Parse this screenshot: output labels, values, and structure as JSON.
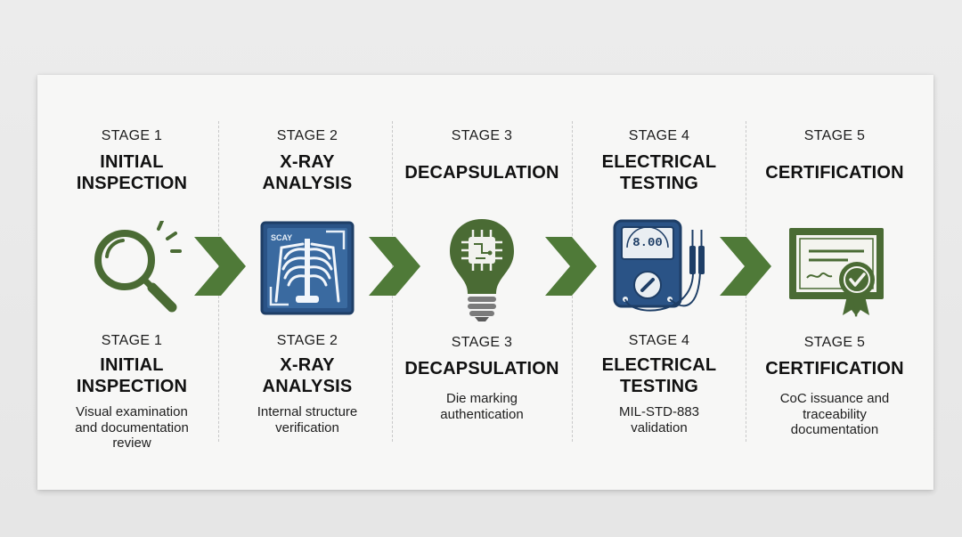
{
  "stages": [
    {
      "label": "STAGE 1",
      "title": "INITIAL\nINSPECTION",
      "icon": "magnifier-icon",
      "bottom_label": "STAGE 1",
      "bottom_title": "INITIAL\nINSPECTION",
      "description": "Visual examination\nand documentation\nreview"
    },
    {
      "label": "STAGE 2",
      "title": "X-RAY\nANALYSIS",
      "icon": "xray-icon",
      "icon_text": "SCAY",
      "bottom_label": "STAGE 2",
      "bottom_title": "X-RAY\nANALYSIS",
      "description": "Internal structure\nverification"
    },
    {
      "label": "STAGE 3",
      "title": "DECAPSULATION",
      "icon": "chip-bulb-icon",
      "bottom_label": "STAGE 3",
      "bottom_title": "DECAPSULATION",
      "description": "Die marking\nauthentication"
    },
    {
      "label": "STAGE 4",
      "title": "ELECTRICAL\nTESTING",
      "icon": "multimeter-icon",
      "icon_text": "8.00",
      "bottom_label": "STAGE 4",
      "bottom_title": "ELECTRICAL\nTESTING",
      "description": "MIL-STD-883\nvalidation"
    },
    {
      "label": "STAGE 5",
      "title": "CERTIFICATION",
      "icon": "certificate-icon",
      "bottom_label": "STAGE 5",
      "bottom_title": "CERTIFICATION",
      "description": "CoC issuance and\ntraceability\ndocumentation"
    }
  ],
  "colors": {
    "green": "#4a6b34",
    "chevron": "#4f7a38",
    "blue": "#2a5386",
    "blue_dark": "#1e3e66"
  }
}
